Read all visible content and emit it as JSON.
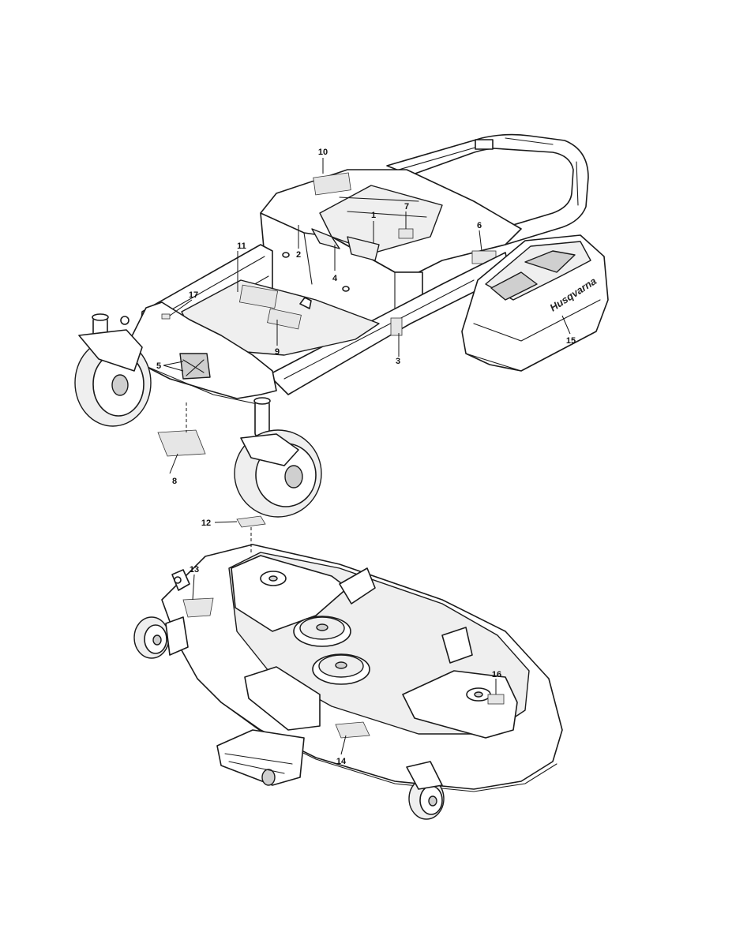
{
  "diagram": {
    "callouts": [
      "1",
      "2",
      "3",
      "4",
      "5",
      "6",
      "7",
      "8",
      "9",
      "10",
      "11",
      "12",
      "13",
      "14",
      "15",
      "16",
      "17"
    ],
    "brand_text": "Husqvarna"
  }
}
